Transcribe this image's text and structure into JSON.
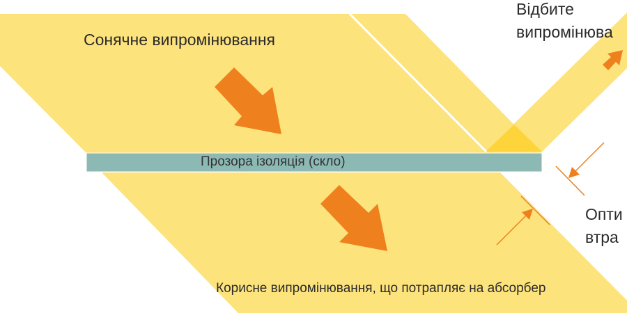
{
  "title": "Сонячне випромінювання",
  "glass_label": "Прозора ізоляція (скло)",
  "reflected_label": {
    "line1": "Відбите",
    "line2": "випромінюва"
  },
  "optical_loss_label": {
    "line1": "Опти",
    "line2": "втра"
  },
  "useful_label": "Корисне випромінювання, що потрапляє на абсорбер",
  "colors": {
    "beam": "#FDE37C",
    "overlap": "#FDD53A",
    "glass": "#8DB9B4",
    "arrow": "#EF801E",
    "text": "#2B2B2B"
  }
}
